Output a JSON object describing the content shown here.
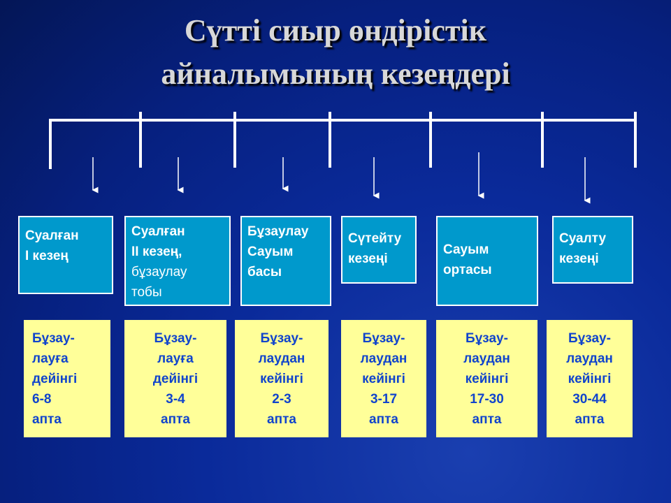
{
  "title": {
    "line1": "Сүтті сиыр өндірістік",
    "line2": "айналымының кезеңдері"
  },
  "stages": [
    {
      "lines": [
        "Суалған",
        "І кезең"
      ]
    },
    {
      "lines": [
        "Суалған",
        "ІІ кезең,",
        "бұзаулау",
        "тобы"
      ]
    },
    {
      "lines": [
        "Бұзаулау",
        "Сауым",
        "басы"
      ]
    },
    {
      "lines": [
        "Сүтейту",
        "кезеңі"
      ]
    },
    {
      "lines": [
        "Сауым",
        "ортасы"
      ]
    },
    {
      "lines": [
        "Суалту",
        "кезеңі"
      ]
    }
  ],
  "durations": [
    {
      "lines": [
        "Бұзау-",
        "лауға",
        "дейінгі",
        "6-8",
        "апта"
      ]
    },
    {
      "lines": [
        "Бұзау-",
        "лауға",
        "дейінгі",
        "3-4",
        "апта"
      ]
    },
    {
      "lines": [
        "Бұзау-",
        "лаудан",
        "кейінгі",
        "2-3",
        "апта"
      ]
    },
    {
      "lines": [
        "Бұзау-",
        "лаудан",
        "кейінгі",
        "3-17",
        "апта"
      ]
    },
    {
      "lines": [
        "Бұзау-",
        "лаудан",
        "кейінгі",
        "17-30",
        "апта"
      ]
    },
    {
      "lines": [
        "Бұзау-",
        "лаудан",
        "кейінгі",
        "30-44",
        "апта"
      ]
    }
  ]
}
